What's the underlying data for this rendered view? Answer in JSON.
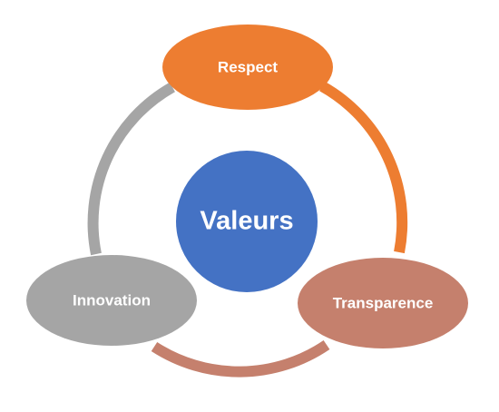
{
  "diagram": {
    "center": {
      "label": "Valeurs",
      "color": "#4472c4"
    },
    "nodes": [
      {
        "id": "respect",
        "label": "Respect",
        "color": "#ed7d31"
      },
      {
        "id": "transparence",
        "label": "Transparence",
        "color": "#c5806d"
      },
      {
        "id": "innovation",
        "label": "Innovation",
        "color": "#a5a5a5"
      }
    ],
    "arcs": [
      {
        "from": "respect",
        "to": "transparence",
        "color": "#ed7d31"
      },
      {
        "from": "transparence",
        "to": "innovation",
        "color": "#c5806d"
      },
      {
        "from": "innovation",
        "to": "respect",
        "color": "#a5a5a5"
      }
    ]
  }
}
